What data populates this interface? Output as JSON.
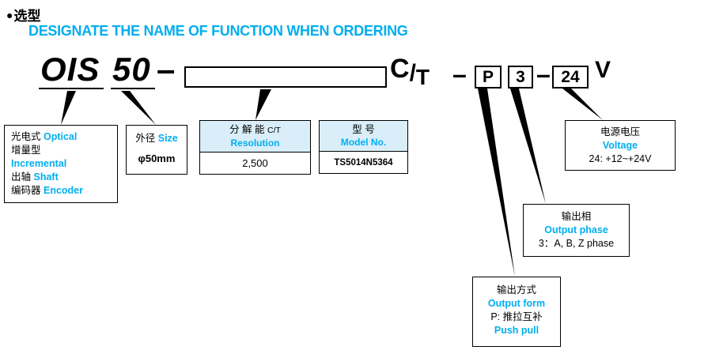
{
  "header": {
    "bullet": "●",
    "title": "选型",
    "subtitle": "DESIGNATE THE NAME OF FUNCTION WHEN ORDERING"
  },
  "code": {
    "series": "OIS",
    "size": "50",
    "dash": "–",
    "ct_c": "C",
    "ct_slash": "/",
    "ct_t": "T",
    "form": "P",
    "phase": "3",
    "voltage": "24",
    "unit": "V"
  },
  "callout_type": {
    "l1_cn": "光电式 ",
    "l1_en": "Optical",
    "l2_cn": "增量型",
    "l3_en": "Incremental",
    "l4_cn": "出轴 ",
    "l4_en": "Shaft",
    "l5_cn": "编码器 ",
    "l5_en": "Encoder"
  },
  "callout_size": {
    "label_cn": "外径 ",
    "label_en": "Size",
    "value": "φ50mm"
  },
  "callout_resolution": {
    "header_cn": "分 解 能 ",
    "header_ct": "C/T",
    "header_en": "Resolution",
    "value": "2,500"
  },
  "callout_model": {
    "header_cn": "型 号",
    "header_en": "Model No.",
    "value": "TS5014N5364"
  },
  "callout_voltage": {
    "title_cn": "电源电压",
    "title_en": "Voltage",
    "value": "24: +12~+24V"
  },
  "callout_phase": {
    "title_cn": "输出相",
    "title_en": "Output phase",
    "value": "3：A, B, Z phase"
  },
  "callout_form": {
    "title_cn": "输出方式",
    "title_en": "Output form",
    "value_cn": "P: 推拉互补",
    "value_en": "Push pull"
  },
  "colors": {
    "accent": "#00aeef",
    "header_bg": "#d9eef8"
  }
}
